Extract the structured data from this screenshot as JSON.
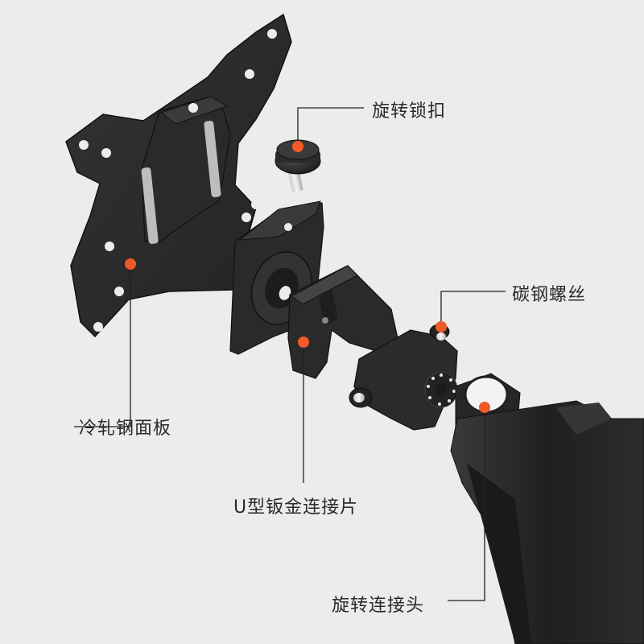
{
  "callouts": {
    "rotating_lock_knob": "旋转锁扣",
    "carbon_steel_screw": "碳钢螺丝",
    "cold_rolled_steel_plate": "冷轧钢面板",
    "u_sheet_metal_connector": "U型钣金连接片",
    "rotating_connector_head": "旋转连接头"
  },
  "colors": {
    "background": "#ececeb",
    "metal": "#2b2b2b",
    "metal_edge": "#4a4a4a",
    "accent_dot": "#f05a28",
    "leader_line": "#222222"
  }
}
